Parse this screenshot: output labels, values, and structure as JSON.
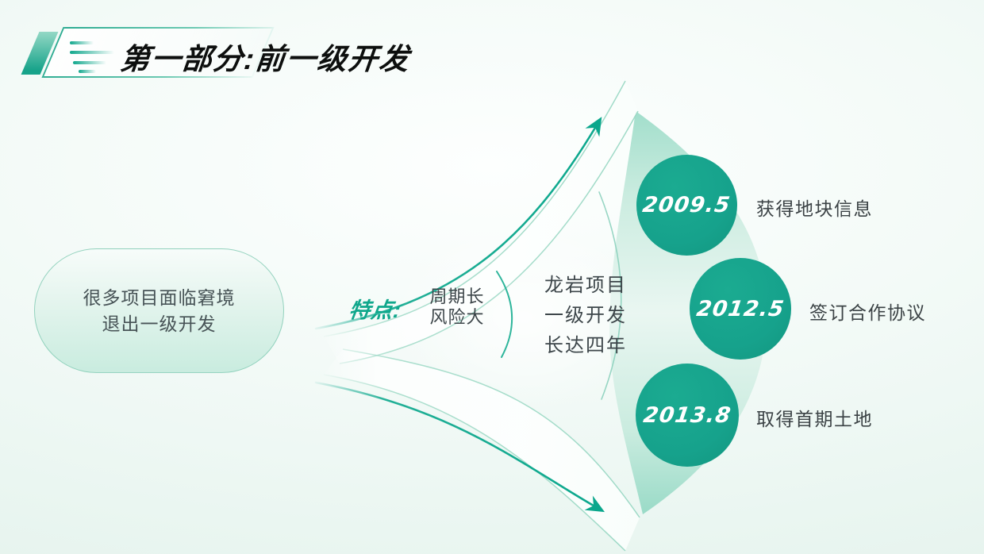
{
  "title": {
    "text": "第一部分:前一级开发"
  },
  "intro_pill": {
    "lines": [
      "很多项目面临窘境",
      "退出一级开发"
    ]
  },
  "features": {
    "label": "特点:",
    "lines": [
      "周期长",
      "风险大"
    ]
  },
  "center_note": {
    "lines": [
      "龙岩项目",
      "一级开发",
      "长达四年"
    ]
  },
  "milestones": [
    {
      "date": "2009.5",
      "label": "获得地块信息"
    },
    {
      "date": "2012.5",
      "label": "签订合作协议"
    },
    {
      "date": "2013.8",
      "label": "取得首期土地"
    }
  ],
  "icons": {
    "upper_arrow": "curved-arrow-up-right-icon",
    "lower_arrow": "curved-arrow-down-right-icon"
  },
  "colors": {
    "accent": "#10a78c",
    "circle-fill": "#16a28c",
    "text-dark": "#3d464a",
    "title-text": "#0d0f0e"
  }
}
